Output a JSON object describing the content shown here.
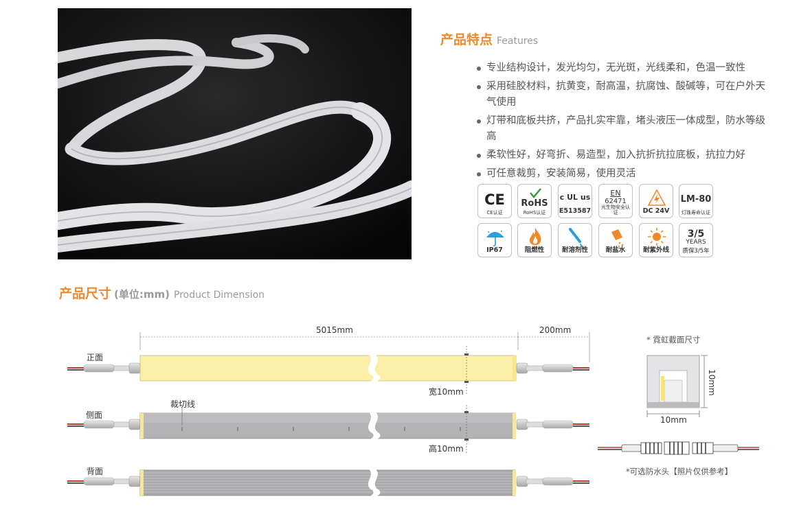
{
  "features": {
    "title_cn": "产品特点",
    "title_en": "Features",
    "items": [
      "专业结构设计，发光均匀，无光斑，光线柔和，色温一致性",
      "采用硅胶材料，抗黄变，耐高温，抗腐蚀、酸碱等，可在户外天气使用",
      "灯带和底板共挤，产品扎实牢靠，堵头液压一体成型，防水等级高",
      "柔软性好，好弯折、易造型，加入抗折抗拉底板，抗拉力好",
      "可任意裁剪，安装简易，使用灵活"
    ]
  },
  "badges": {
    "ce": {
      "mark": "CE",
      "caption": "CE认证"
    },
    "rohs": {
      "mark": "RoHS",
      "caption": "RoHS认证"
    },
    "ul": {
      "mark": "c UL us",
      "caption": "E513587"
    },
    "en": {
      "mark": "EN",
      "number": "62471",
      "caption": "光生物安全认证"
    },
    "dc": {
      "caption": "DC 24V"
    },
    "lm": {
      "mark": "LM-80",
      "caption": "灯珠寿命认证"
    },
    "ip": {
      "caption": "IP67"
    },
    "fire": {
      "caption": "阻燃性"
    },
    "solvent": {
      "caption": "耐溶剂性"
    },
    "salt": {
      "caption": "耐盐水"
    },
    "uv": {
      "caption": "耐紫外线"
    },
    "warranty": {
      "mark": "3/5",
      "sub": "YEARS",
      "caption": "质保3/5年"
    }
  },
  "dimension": {
    "title_cn": "产品尺寸",
    "unit": "(单位:mm)",
    "title_en": "Product Dimension",
    "length_label": "5015mm",
    "lead_label": "200mm",
    "front_label": "正面",
    "side_label": "侧面",
    "back_label": "背面",
    "cut_label": "裁切线",
    "width_label": "宽10mm",
    "height_label": "高10mm",
    "section_note": "* 霓虹截面尺寸",
    "section_width": "10mm",
    "section_height": "10mm",
    "connector_note": "*可选防水头【照片仅供参考】"
  },
  "colors": {
    "accent": "#f0892c",
    "front_strip": "#fbeea6",
    "side_strip": "#b3b3b5",
    "back_strip": "#a9a9ab"
  }
}
